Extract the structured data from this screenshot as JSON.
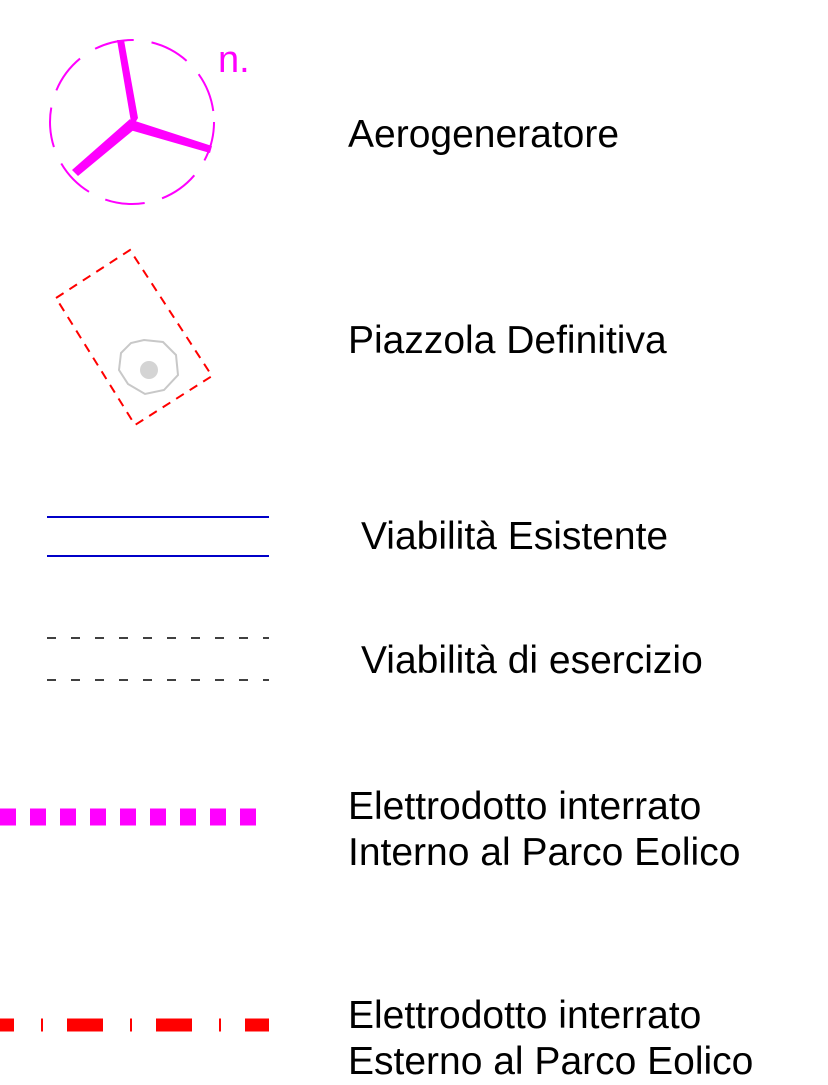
{
  "legend": {
    "items": [
      {
        "id": "aerogeneratore",
        "symbol": "wind-turbine-icon",
        "color": "#ff00ff",
        "tag": "n.",
        "lines": [
          "Aerogeneratore"
        ]
      },
      {
        "id": "piazzola",
        "symbol": "dashed-rectangle-with-circle",
        "color": "#ff0000",
        "lines": [
          "Piazzola Definitiva"
        ]
      },
      {
        "id": "viabilita-esistente",
        "symbol": "double-solid-line",
        "color": "#0000c8",
        "lines": [
          "Viabilità Esistente"
        ]
      },
      {
        "id": "viabilita-esercizio",
        "symbol": "double-dashed-line",
        "color": "#000000",
        "lines": [
          "Viabilità di esercizio"
        ]
      },
      {
        "id": "elettrodotto-interno",
        "symbol": "thick-dotted-line",
        "color": "#ff00ff",
        "lines": [
          "Elettrodotto interrato",
          "Interno al Parco Eolico"
        ]
      },
      {
        "id": "elettrodotto-esterno",
        "symbol": "dash-dot-line",
        "color": "#ff0000",
        "lines": [
          "Elettrodotto interrato",
          "Esterno al Parco Eolico"
        ]
      }
    ]
  }
}
